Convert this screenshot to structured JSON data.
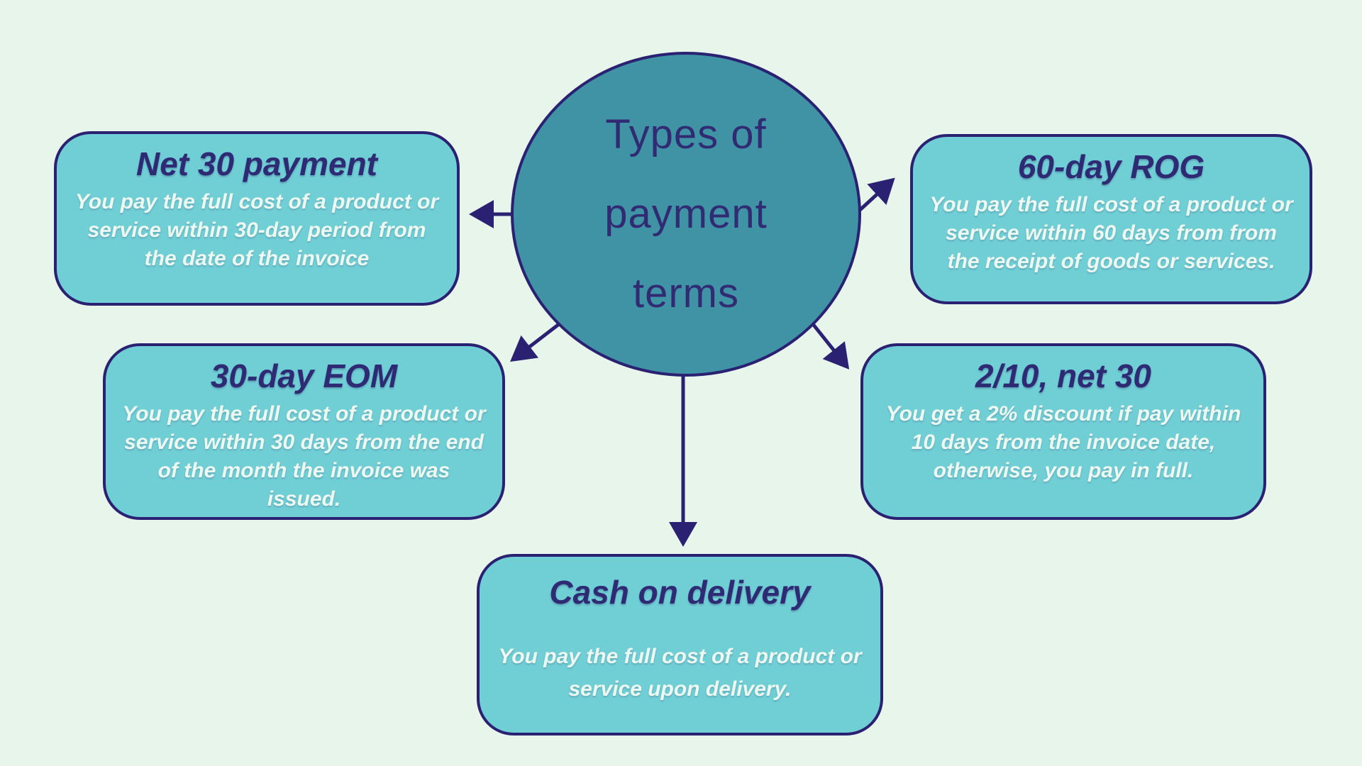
{
  "diagram": {
    "center": {
      "lines": [
        "Types of",
        "payment",
        "terms"
      ]
    },
    "nodes": [
      {
        "id": "net-30-payment",
        "title": "Net 30 payment",
        "body": "You pay the full cost of a product or service within 30-day period from the date of the invoice"
      },
      {
        "id": "60-day-rog",
        "title": "60-day ROG",
        "body": "You pay the full cost of a product or service within 60 days from from the receipt of goods or services."
      },
      {
        "id": "30-day-eom",
        "title": "30-day EOM",
        "body": "You pay the full cost of a product or service within 30 days from the end of the month the invoice was issued."
      },
      {
        "id": "2-10-net-30",
        "title": "2/10, net 30",
        "body": "You get a 2% discount if pay within 10 days from the invoice date, otherwise, you pay in full."
      },
      {
        "id": "cash-on-delivery",
        "title": "Cash on delivery",
        "body": "You pay the full cost of a product or service upon delivery."
      }
    ],
    "colors": {
      "background": "#e8f5ea",
      "circle_fill": "#3f93a4",
      "node_fill": "#70ced5",
      "outline_navy": "#2b2172",
      "title_navy": "#2e2a74",
      "body_text": "#edf8f0"
    }
  }
}
